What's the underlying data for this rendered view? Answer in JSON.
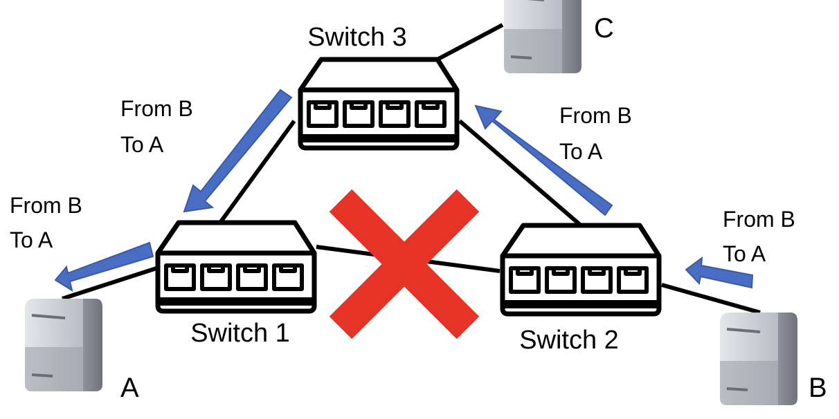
{
  "diagram": {
    "switches": [
      {
        "id": "s3",
        "name": "Switch 3"
      },
      {
        "id": "s1",
        "name": "Switch 1"
      },
      {
        "id": "s2",
        "name": "Switch 2"
      }
    ],
    "hosts": [
      {
        "id": "A",
        "name": "A"
      },
      {
        "id": "B",
        "name": "B"
      },
      {
        "id": "C",
        "name": "C"
      }
    ],
    "flow_labels": [
      {
        "line1": "From B",
        "line2": "To A"
      },
      {
        "line1": "From B",
        "line2": "To A"
      },
      {
        "line1": "From B",
        "line2": "To A"
      },
      {
        "line1": "From B",
        "line2": "To A"
      }
    ],
    "blocked_link": "Switch 1 - Switch 2",
    "colors": {
      "arrow": "#4a6dc4",
      "block": "#e53427",
      "line": "#000000",
      "server_light": "#c9ccd4",
      "server_dark": "#8c8f97"
    }
  }
}
